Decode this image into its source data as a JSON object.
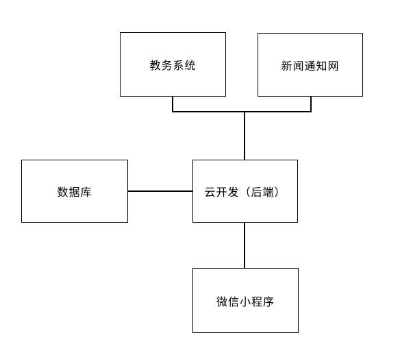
{
  "diagram": {
    "type": "flowchart",
    "background_color": "#ffffff",
    "line_color": "#000000",
    "nodes": [
      {
        "id": "academic-system",
        "label": "教务系统"
      },
      {
        "id": "news-site",
        "label": "新闻通知网"
      },
      {
        "id": "database",
        "label": "数据库"
      },
      {
        "id": "cloud-backend",
        "label": "云开发（后端）"
      },
      {
        "id": "wechat-miniapp",
        "label": "微信小程序"
      }
    ],
    "edges": [
      {
        "from": "教务系统",
        "to": "云开发（后端）"
      },
      {
        "from": "新闻通知网",
        "to": "云开发（后端）"
      },
      {
        "from": "数据库",
        "to": "云开发（后端）"
      },
      {
        "from": "云开发（后端）",
        "to": "微信小程序"
      }
    ]
  }
}
